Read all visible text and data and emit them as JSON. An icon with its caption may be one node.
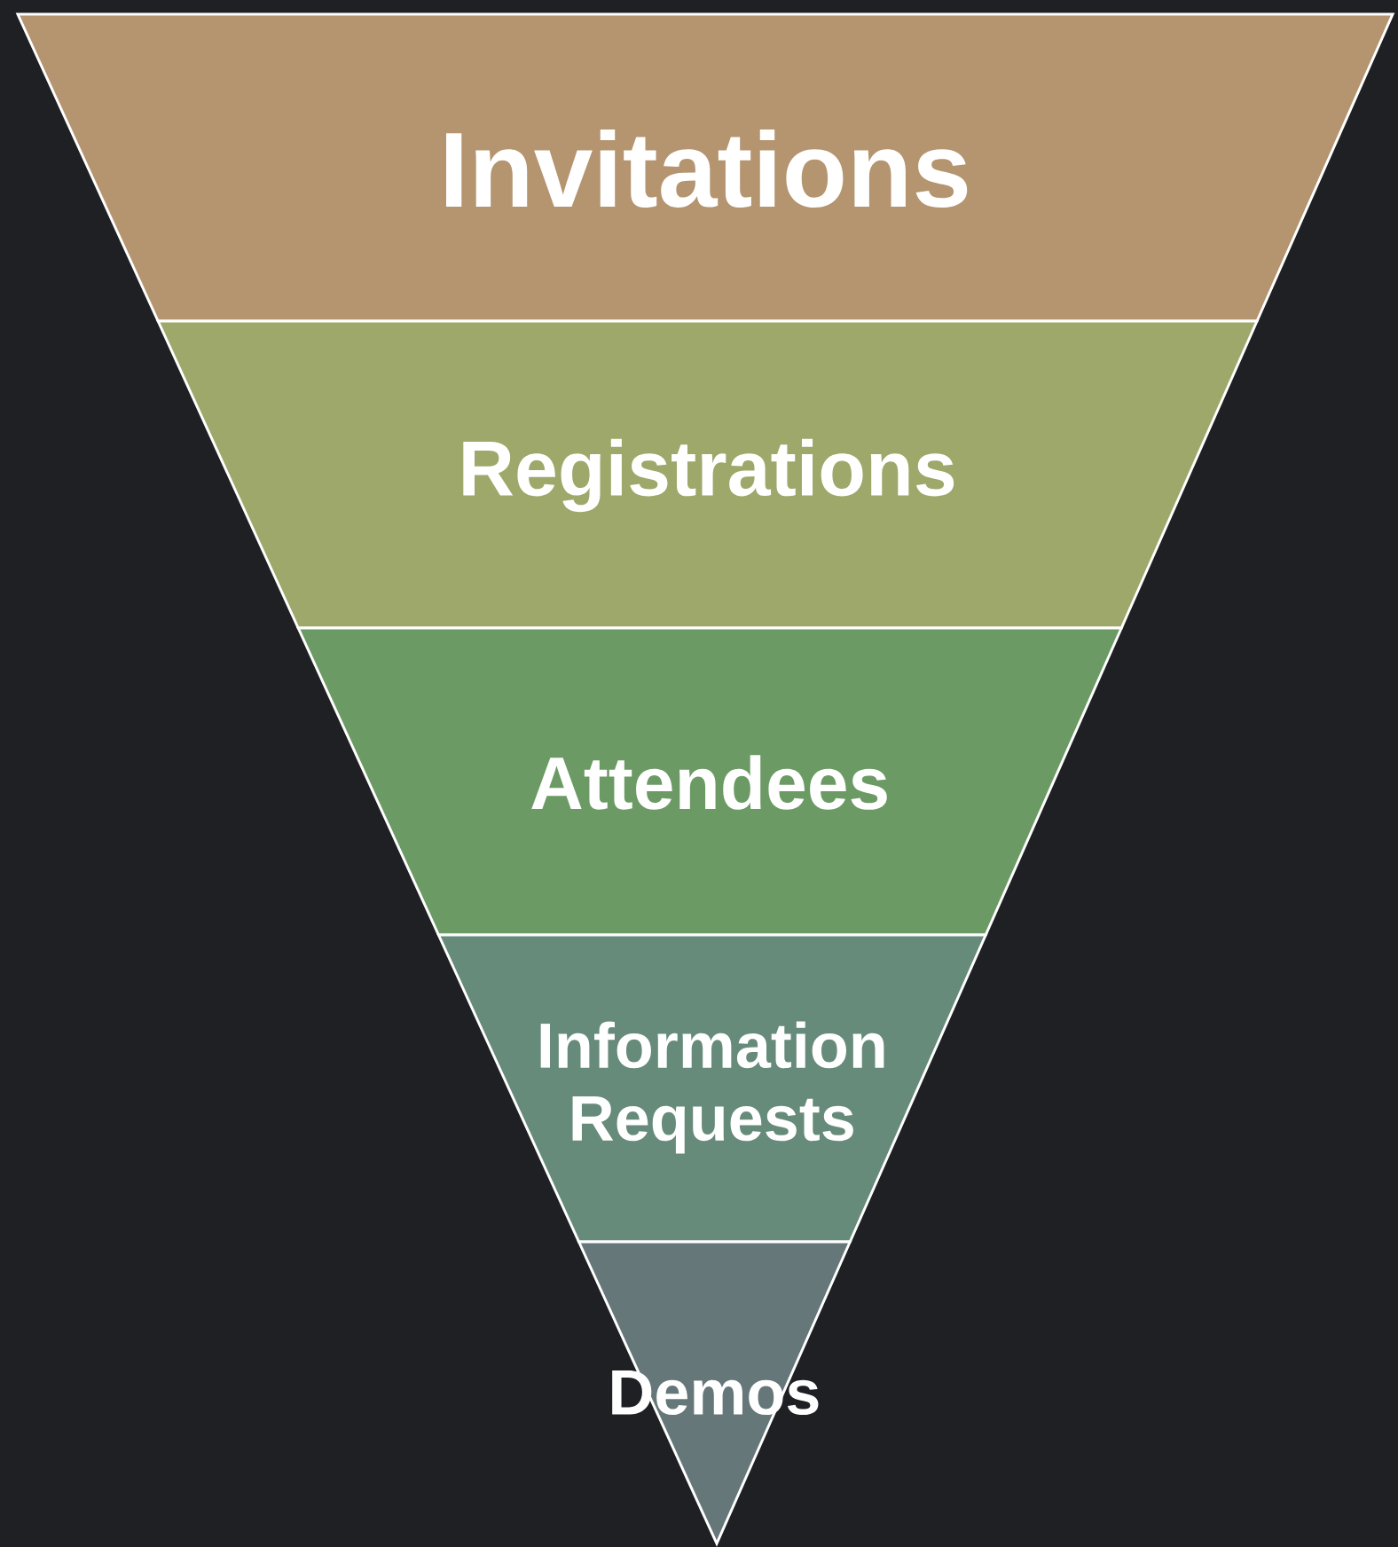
{
  "diagram": {
    "nodes": [
      {
        "text": [
          "Invitations"
        ]
      },
      {
        "text": [
          "Registrations"
        ]
      },
      {
        "text": [
          "Attendees"
        ]
      },
      {
        "text": [
          "Information Requests"
        ]
      },
      {
        "text": [
          "Demos"
        ]
      }
    ]
  }
}
